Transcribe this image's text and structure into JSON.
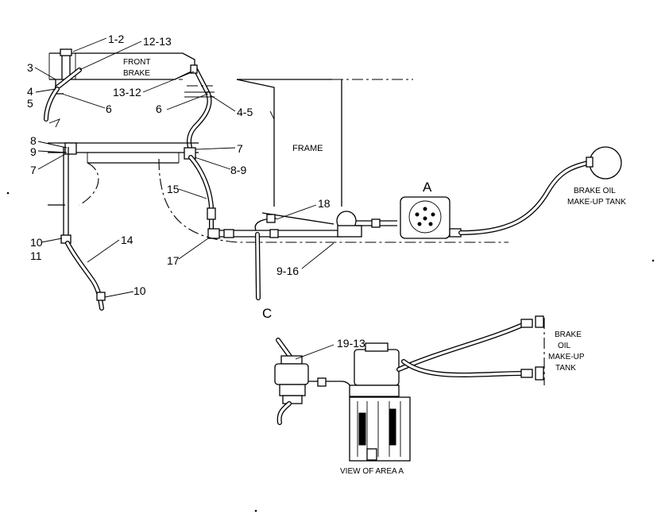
{
  "labels": {
    "front_brake_1": "FRONT",
    "front_brake_2": "BRAKE",
    "frame": "FRAME",
    "tank_top_1": "BRAKE OIL",
    "tank_top_2": "MAKE-UP TANK",
    "tank_bot_1": "BRAKE",
    "tank_bot_2": "OIL",
    "tank_bot_3": "MAKE-UP",
    "tank_bot_4": "TANK",
    "view_caption": "VIEW OF AREA A",
    "area_a": "A",
    "area_c": "C"
  },
  "callouts": {
    "c_1_2": "1-2",
    "c_12_13_top": "12-13",
    "c_3": "3",
    "c_4_left": "4",
    "c_5_left": "5",
    "c_6_left": "6",
    "c_13_12": "13-12",
    "c_6_right": "6",
    "c_4_5": "4-5",
    "c_8_left": "8",
    "c_9_left": "9",
    "c_7_left": "7",
    "c_7_right": "7",
    "c_8_9": "8-9",
    "c_15": "15",
    "c_18": "18",
    "c_10_top": "10",
    "c_11": "11",
    "c_14": "14",
    "c_10_bottom": "10",
    "c_17": "17",
    "c_9_16": "9-16",
    "c_19_13": "19-13"
  }
}
